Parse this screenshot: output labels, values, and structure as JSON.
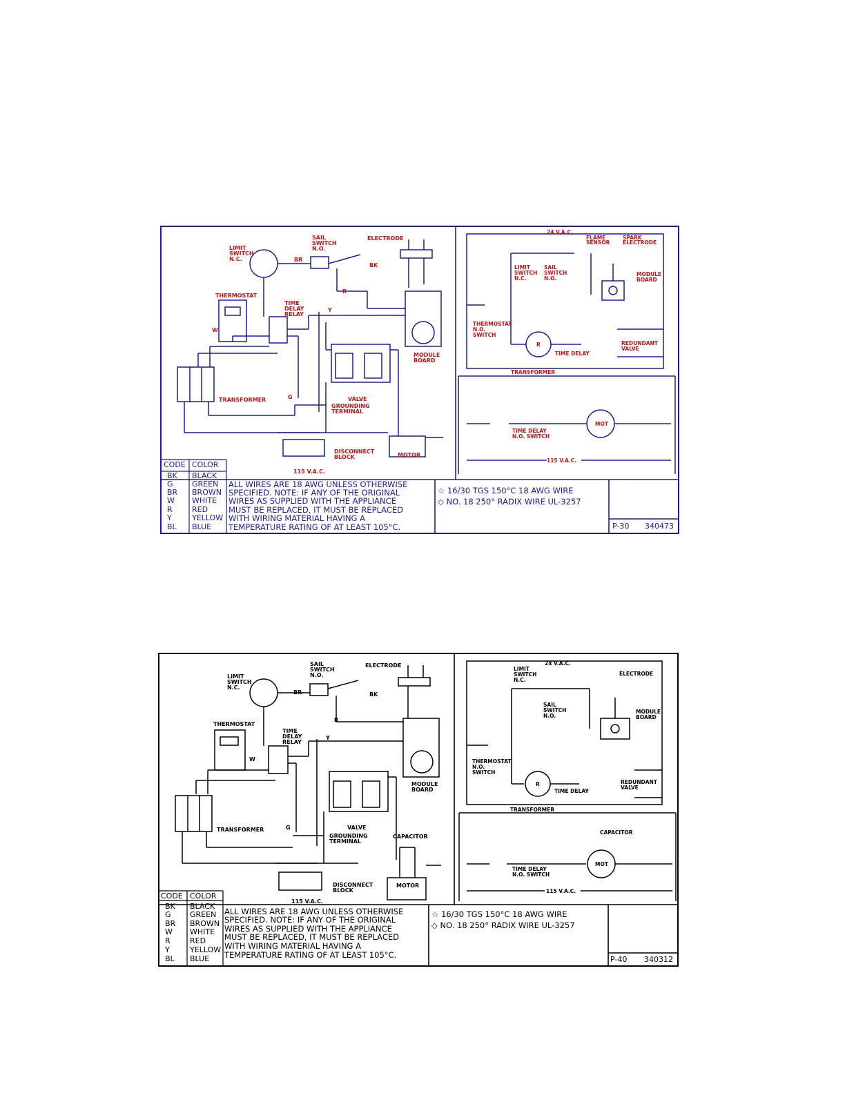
{
  "diagrams": [
    {
      "id": "p30",
      "colors": {
        "frame": "#1a1aa6",
        "text": "#cc1111",
        "wire": "#1a1aa6"
      },
      "labels": {
        "limit_switch": [
          "LIMIT",
          "SWITCH",
          "N.C."
        ],
        "sail_switch": [
          "SAIL",
          "SWITCH",
          "N.O."
        ],
        "electrode": "ELECTRODE",
        "thermostat": "THERMOSTAT",
        "time_delay_relay": [
          "TIME",
          "DELAY",
          "RELAY"
        ],
        "module_board": [
          "MODULE",
          "BOARD"
        ],
        "transformer": "TRANSFORMER",
        "valve": "VALVE",
        "grounding_terminal": [
          "GROUNDING",
          "TERMINAL"
        ],
        "disconnect_block": [
          "DISCONNECT",
          "BLOCK"
        ],
        "motor": "MOTOR",
        "vac_115": "115 V.A.C.",
        "wire_br": "BR",
        "wire_bk": "BK",
        "wire_r": "R",
        "wire_y": "Y",
        "wire_w": "W",
        "wire_g": "G"
      },
      "schematic": {
        "vac_24": "24 V.A.C.",
        "flame_sensor": [
          "FLAME",
          "SENSOR"
        ],
        "spark_electrode": [
          "SPARK",
          "ELECTRODE"
        ],
        "limit_switch": [
          "LIMIT",
          "SWITCH",
          "N.C."
        ],
        "sail_switch": [
          "SAIL",
          "SWITCH",
          "N.O."
        ],
        "module_board": [
          "MODULE",
          "BOARD"
        ],
        "thermostat": [
          "THERMOSTAT",
          "N.O.",
          "SWITCH"
        ],
        "relay": "R",
        "time_delay": "TIME DELAY",
        "redundant_valve": [
          "REDUNDANT",
          "VALVE"
        ],
        "transformer": "TRANSFORMER",
        "time_delay_switch": [
          "TIME DELAY",
          "N.O. SWITCH"
        ],
        "mot": "MOT",
        "vac_115": "115 V.A.C."
      },
      "legend": {
        "header": [
          "CODE",
          "COLOR"
        ],
        "rows": [
          [
            "BK",
            "BLACK"
          ],
          [
            "G",
            "GREEN"
          ],
          [
            "BR",
            "BROWN"
          ],
          [
            "W",
            "WHITE"
          ],
          [
            "R",
            "RED"
          ],
          [
            "Y",
            "YELLOW"
          ],
          [
            "BL",
            "BLUE"
          ]
        ]
      },
      "note": [
        "ALL WIRES ARE 18 AWG UNLESS OTHERWISE",
        "SPECIFIED. NOTE: IF ANY OF THE ORIGINAL",
        "WIRES AS SUPPLIED WITH THE APPLIANCE",
        "MUST BE REPLACED, IT MUST BE REPLACED",
        "WITH WIRING MATERIAL HAVING A",
        "TEMPERATURE RATING OF AT LEAST 105°C."
      ],
      "wire_specs": [
        "☆ 16/30 TGS 150°C 18 AWG WIRE",
        "◇ NO. 18 250° RADIX WIRE UL-3257"
      ],
      "model": "P-30",
      "part_number": "340473"
    },
    {
      "id": "p40",
      "colors": {
        "frame": "#000000",
        "text": "#000000",
        "wire": "#000000"
      },
      "labels": {
        "limit_switch": [
          "LIMIT",
          "SWITCH",
          "N.C."
        ],
        "sail_switch": [
          "SAIL",
          "SWITCH",
          "N.O."
        ],
        "electrode": "ELECTRODE",
        "thermostat": "THERMOSTAT",
        "time_delay_relay": [
          "TIME",
          "DELAY",
          "RELAY"
        ],
        "module_board": [
          "MODULE",
          "BOARD"
        ],
        "transformer": "TRANSFORMER",
        "valve": "VALVE",
        "grounding_terminal": [
          "GROUNDING",
          "TERMINAL"
        ],
        "disconnect_block": [
          "DISCONNECT",
          "BLOCK"
        ],
        "motor": "MOTOR",
        "capacitor": "CAPACITOR",
        "vac_115": "115 V.A.C.",
        "wire_br": "BR",
        "wire_bk": "BK",
        "wire_r": "R",
        "wire_y": "Y",
        "wire_w": "W",
        "wire_g": "G"
      },
      "schematic": {
        "vac_24": "24 V.A.C.",
        "electrode": "ELECTRODE",
        "limit_switch": [
          "LIMIT",
          "SWITCH",
          "N.C."
        ],
        "sail_switch": [
          "SAIL",
          "SWITCH",
          "N.O."
        ],
        "module_board": [
          "MODULE",
          "BOARD"
        ],
        "thermostat": [
          "THERMOSTAT",
          "N.O.",
          "SWITCH"
        ],
        "relay": "R",
        "time_delay": "TIME DELAY",
        "redundant_valve": [
          "REDUNDANT",
          "VALVE"
        ],
        "transformer": "TRANSFORMER",
        "capacitor": "CAPACITOR",
        "time_delay_switch": [
          "TIME DELAY",
          "N.O. SWITCH"
        ],
        "mot": "MOT",
        "vac_115": "115 V.A.C."
      },
      "legend": {
        "header": [
          "CODE",
          "COLOR"
        ],
        "rows": [
          [
            "BK",
            "BLACK"
          ],
          [
            "G",
            "GREEN"
          ],
          [
            "BR",
            "BROWN"
          ],
          [
            "W",
            "WHITE"
          ],
          [
            "R",
            "RED"
          ],
          [
            "Y",
            "YELLOW"
          ],
          [
            "BL",
            "BLUE"
          ]
        ]
      },
      "note": [
        "ALL WIRES ARE 18 AWG UNLESS OTHERWISE",
        "SPECIFIED. NOTE: IF ANY OF THE ORIGINAL",
        "WIRES AS SUPPLIED WITH THE APPLIANCE",
        "MUST BE REPLACED, IT MUST BE REPLACED",
        "WITH WIRING MATERIAL HAVING A",
        "TEMPERATURE RATING OF AT LEAST 105°C."
      ],
      "wire_specs": [
        "☆ 16/30 TGS 150°C 18 AWG WIRE",
        "◇ NO. 18 250° RADIX WIRE UL-3257"
      ],
      "model": "P-40",
      "part_number": "340312"
    }
  ]
}
